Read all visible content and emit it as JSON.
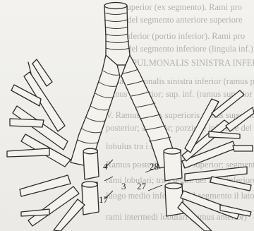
{
  "background_text": [
    "Pars superior (ex segmento). Rami pro",
    "dente del segmento anteriore superiore",
    "Pars inferior (portio inferior). Rami pro",
    "dente del segmento inferiore (lingula inf.)",
    "VENA PULMONALIS SINISTRA INFERIOR",
    "Vena pulmonalis sinistra inferior (ramus p",
    "ramus posterior; sup. inf. (ramus superior",
    "V. Ramus apicis superioris ramus superior",
    "posterior; superior; porzione inferiore del",
    "lobulus tra i seg. A",
    "Ramus posterior; ramus superior; segmentum",
    "rami lobulari; tra i segm. del lobo inferiore",
    "luogo medio inferiore del segmento il lato",
    "rami intermedi lobulari (ramus anterior)"
  ],
  "figure_labels": {
    "left_upper": "4",
    "left_middle": "3",
    "left_lower": "17",
    "right_upper": "28",
    "right_lower": "27"
  }
}
